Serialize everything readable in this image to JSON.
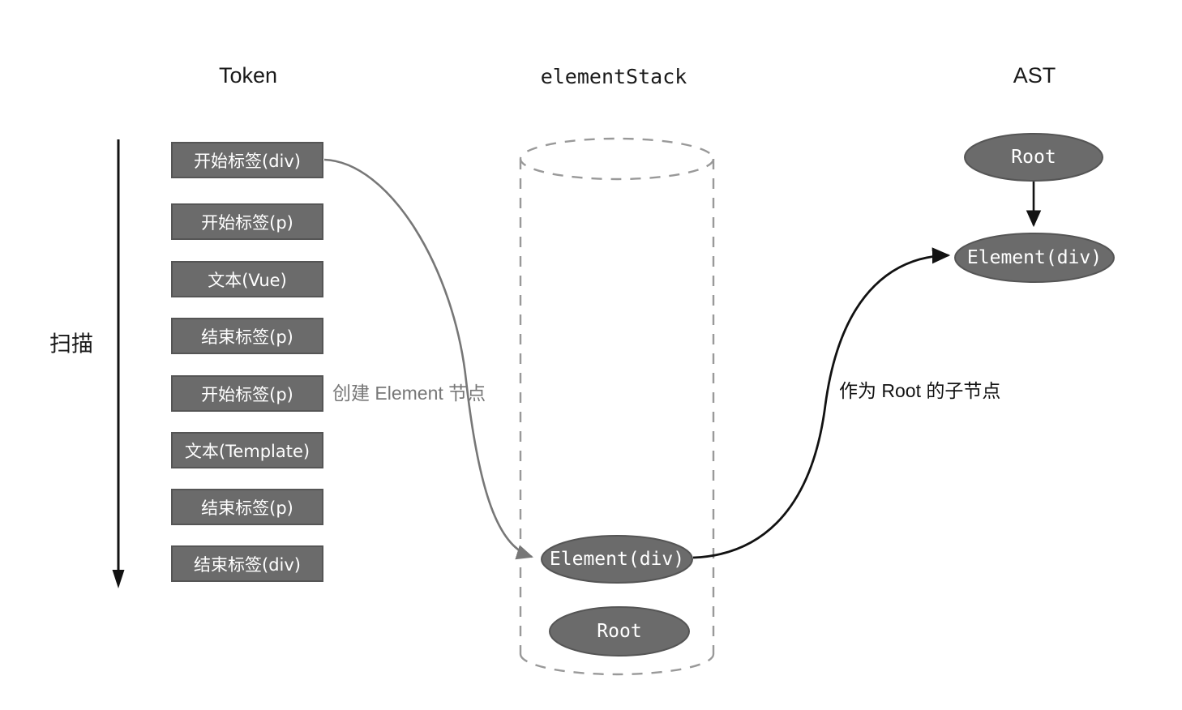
{
  "columns": {
    "token": {
      "title": "Token"
    },
    "stack": {
      "title": "elementStack"
    },
    "ast": {
      "title": "AST"
    }
  },
  "scan": {
    "label": "扫描",
    "arrow_icon": "arrow-down-icon"
  },
  "tokens": [
    {
      "label": "开始标签(div)"
    },
    {
      "label": "开始标签(p)"
    },
    {
      "label": "文本(Vue)"
    },
    {
      "label": "结束标签(p)"
    },
    {
      "label": "开始标签(p)"
    },
    {
      "label": "文本(Template)"
    },
    {
      "label": "结束标签(p)"
    },
    {
      "label": "结束标签(div)"
    }
  ],
  "stack_nodes": [
    {
      "label": "Element(div)"
    },
    {
      "label": "Root"
    }
  ],
  "ast_nodes": [
    {
      "label": "Root"
    },
    {
      "label": "Element(div)"
    }
  ],
  "edges": [
    {
      "id": "create-element",
      "label": "创建 Element 节点",
      "color": "#777777"
    },
    {
      "id": "append-to-root",
      "label": "作为 Root 的子节点",
      "color": "#121212"
    },
    {
      "id": "root-to-element",
      "label": "",
      "color": "#121212"
    }
  ],
  "colors": {
    "node_fill": "#6b6b6b",
    "node_stroke": "#555555",
    "node_text": "#ffffff",
    "cylinder_stroke": "#999999",
    "grey_edge": "#777777",
    "black_edge": "#121212",
    "background": "#ffffff"
  }
}
